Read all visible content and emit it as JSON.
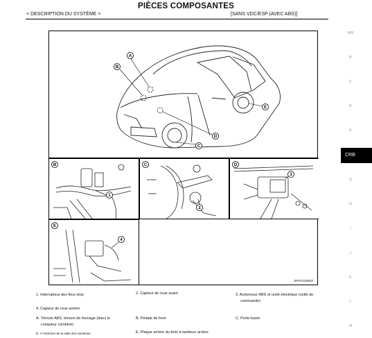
{
  "header": {
    "title": "PIÈCES COMPOSANTES",
    "section": "< DESCRIPTION DU SYSTÈME >",
    "variant": "[SANS VDC/ESP (AVEC ABS)]"
  },
  "side_tabs": [
    "WR",
    "B",
    "C",
    "D",
    "E",
    "CRB",
    "G",
    "H",
    "I",
    "J",
    "K",
    "L",
    "M"
  ],
  "active_tab": "CRB",
  "figure": {
    "code": "JPFIC0206ZZ",
    "main_callouts": [
      "A",
      "B",
      "C",
      "E"
    ],
    "cells": [
      {
        "letter": "B",
        "callouts": [
          "1"
        ]
      },
      {
        "letter": "C",
        "callouts": [
          "2"
        ]
      },
      {
        "letter": "D",
        "callouts": [
          "3"
        ]
      },
      {
        "letter": "E",
        "callouts": [
          "4"
        ]
      }
    ]
  },
  "captions": {
    "item1": "1. Interrupteur des feux stop",
    "item2": "2. Capteur de roue avant",
    "item3_line1": "3. Actionneur ABS et unité électrique (unité de",
    "item3_line2": "commande)",
    "item4": "4. Capteur de roue arrière",
    "itemA_line1": "A. Témoin ABS, témoin de freinage (dans le",
    "itemA_line2": "compteur combiné)",
    "itemB": "B. Pédale de frein",
    "itemC": "C. Porte-fusée",
    "itemD": "D. À l'intérieur de la salle des machines",
    "itemE": "E. Plaque arrière du frein à tambour arrière"
  },
  "colors": {
    "ink": "#111111",
    "tab_active_bg": "#000000",
    "tab_text": "#9a9a9a"
  }
}
